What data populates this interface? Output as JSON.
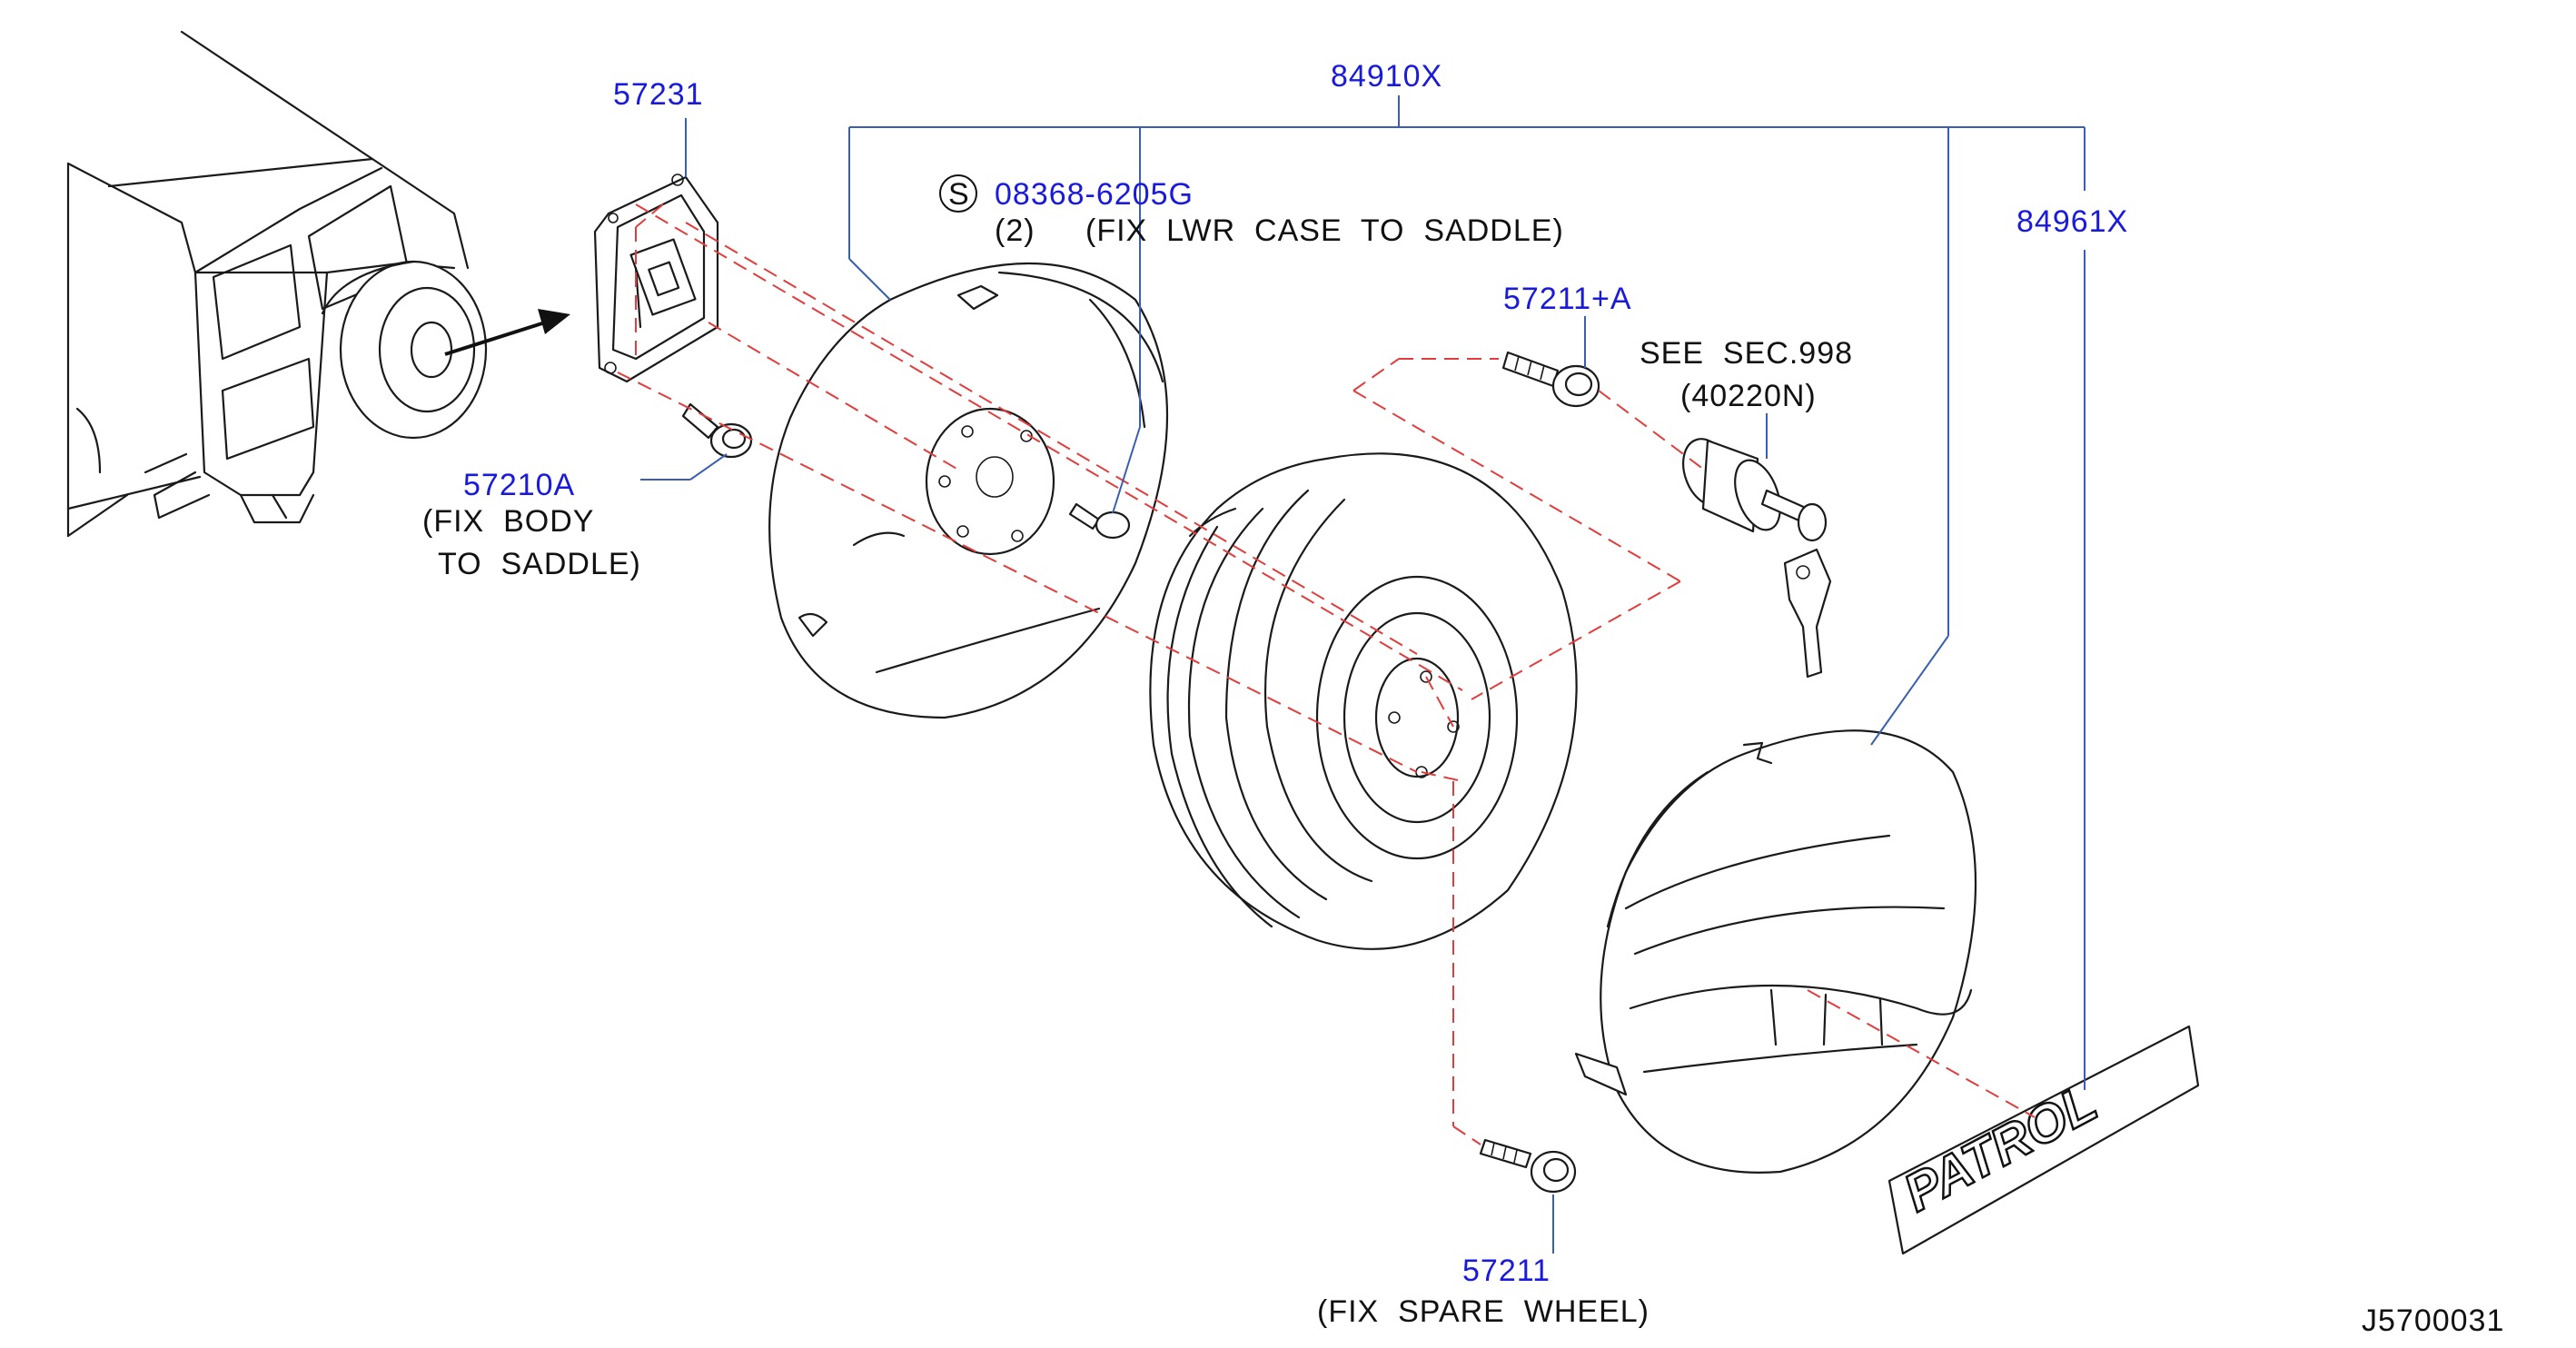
{
  "parts": {
    "p84910x": "84910X",
    "p84961x": "84961X",
    "p57231": "57231",
    "p08368": "08368-6205G",
    "p08368_symbol": "S",
    "p08368_qty": "(2)",
    "p08368_note": "(FIX  LWR  CASE  TO  SADDLE)",
    "p57211a": "57211+A",
    "see_sec": "SEE  SEC.998",
    "see_ref": "(40220N)",
    "p57210a": "57210A",
    "p57210a_note1": "(FIX  BODY",
    "p57210a_note2": "TO  SADDLE)",
    "p57211": "57211",
    "p57211_note": "(FIX  SPARE  WHEEL)",
    "emblem_text": "PATROL"
  },
  "diagram_id": "J5700031",
  "colors": {
    "part_number": "#1a1adc",
    "leader": "#3a5fb0",
    "centerline": "#e23c3c",
    "drawing": "#1a1a1a"
  }
}
